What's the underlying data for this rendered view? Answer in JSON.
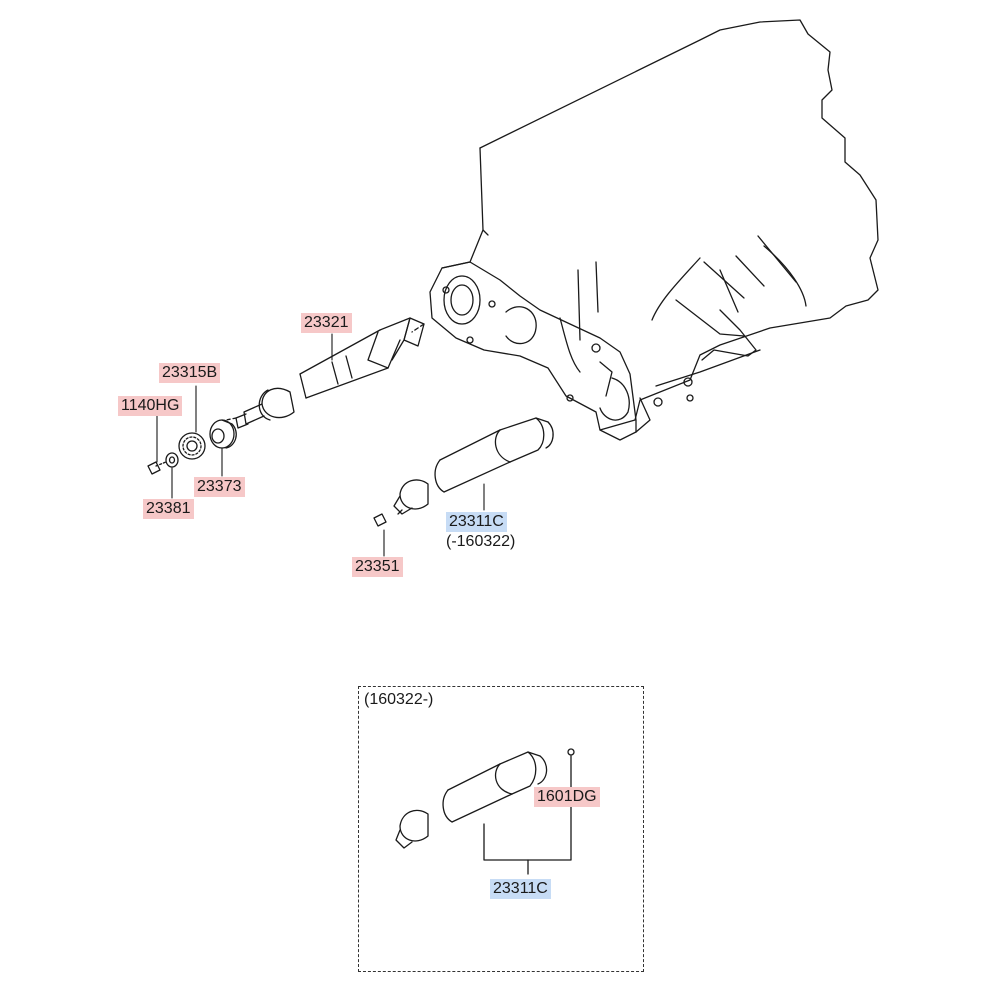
{
  "callouts": {
    "c23321": "23321",
    "c23315b": "23315B",
    "c1140hg": "1140HG",
    "c23373": "23373",
    "c23381": "23381",
    "c23311c_main": "23311C",
    "c23351": "23351",
    "c1601dg": "1601DG",
    "c23311c_inset": "23311C"
  },
  "notes": {
    "main_date_range": "(-160322)",
    "inset_date_range": "(160322-)"
  },
  "colors": {
    "part_highlight": "#f6c8c8",
    "part_selected": "#c7dcf5",
    "line": "#1a1a1a"
  }
}
